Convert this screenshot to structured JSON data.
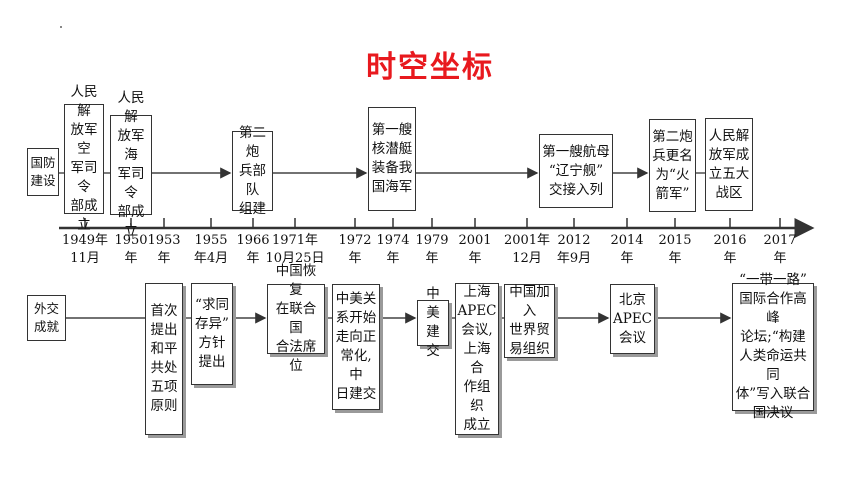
{
  "title": "时空坐标",
  "rows": {
    "defense": "国防\n建设",
    "diplomacy": "外交\n成就"
  },
  "timeline": [
    "1949年\n11月",
    "1950\n年",
    "1953\n年",
    "1955\n年4月",
    "1966\n年",
    "1971年\n10月25日",
    "1972\n年",
    "1974\n年",
    "1979\n年",
    "2001\n年",
    "2001年\n12月",
    "2012\n年9月",
    "2014\n年",
    "2015\n年",
    "2016\n年",
    "2017\n年"
  ],
  "defense_events": [
    "人民解\n放军空\n军司令\n部成立",
    "人民解\n放军海\n军司令\n部成立",
    "第二炮\n兵部队\n组建",
    "第一艘\n核潜艇\n装备我\n国海军",
    "第一艘航母\n“辽宁舰”\n交接入列",
    "第二炮\n兵更名\n为“火\n箭军”",
    "人民解\n放军成\n立五大\n战区"
  ],
  "diplomacy_events": [
    "首次\n提出\n和平\n共处\n五项\n原则",
    "“求同\n存异”\n方针\n提出",
    "中国恢复\n在联合国\n合法席位",
    "中美关\n系开始\n走向正\n常化,中\n日建交",
    "中美\n建交",
    "上海\nAPEC\n会议,\n上海合\n作组织\n成立",
    "中国加入\n世界贸\n易组织",
    "北京\nAPEC\n会议",
    "“一带一路”\n国际合作高峰\n论坛;“构建\n人类命运共同\n体”写入联合\n国决议"
  ]
}
